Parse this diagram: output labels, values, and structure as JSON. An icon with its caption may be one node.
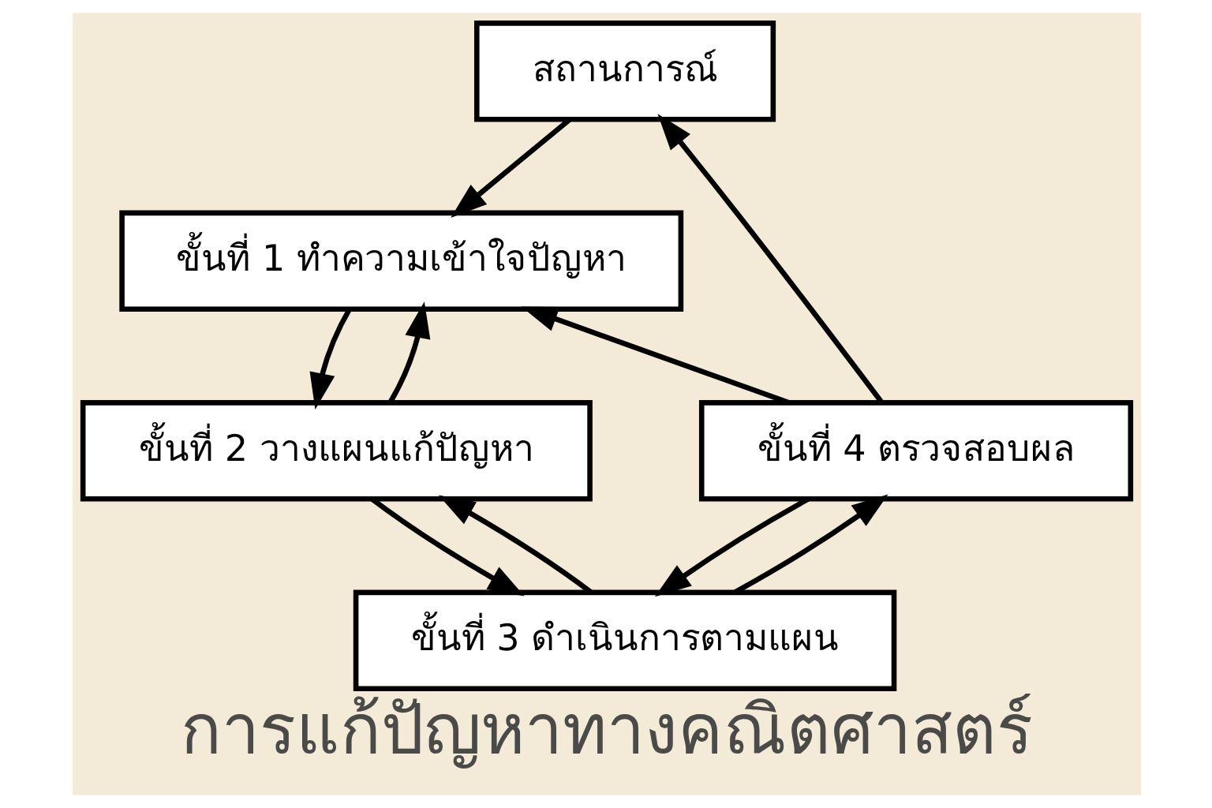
{
  "diagram": {
    "title": "การแก้ปัญหาทางคณิตศาสตร์",
    "nodes": [
      {
        "text": [
          "สถานการณ์"
        ]
      },
      {
        "text": [
          "ขั้นที่ 1 ทำความเข้าใจปัญหา"
        ]
      },
      {
        "text": [
          "ขั้นที่ 2 วางแผนแก้ปัญหา"
        ]
      },
      {
        "text": [
          "ขั้นที่ 3 ดำเนินการตามแผน"
        ]
      },
      {
        "text": [
          "ขั้นที่ 4 ตรวจสอบผล"
        ]
      }
    ],
    "edges": [
      {
        "from": 0,
        "to": 1,
        "arrow": "to"
      },
      {
        "from": 1,
        "to": 2,
        "arrow": "to"
      },
      {
        "from": 2,
        "to": 1,
        "arrow": "to"
      },
      {
        "from": 2,
        "to": 3,
        "arrow": "to"
      },
      {
        "from": 3,
        "to": 2,
        "arrow": "to"
      },
      {
        "from": 4,
        "to": 3,
        "arrow": "to"
      },
      {
        "from": 3,
        "to": 4,
        "arrow": "to"
      },
      {
        "from": 4,
        "to": 1,
        "arrow": "to"
      },
      {
        "from": 4,
        "to": 0,
        "arrow": "to"
      }
    ]
  }
}
